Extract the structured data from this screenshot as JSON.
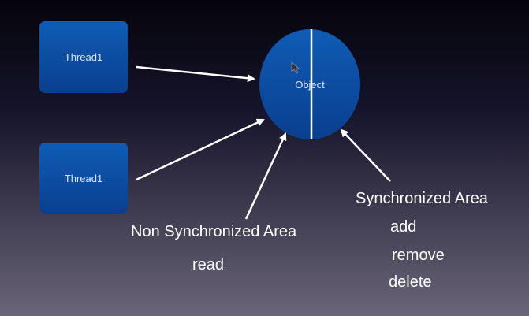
{
  "threads": [
    {
      "label": "Thread1"
    },
    {
      "label": "Thread1"
    }
  ],
  "object": {
    "label": "Object"
  },
  "non_sync": {
    "title": "Non Synchronized Area",
    "ops": [
      "read"
    ]
  },
  "sync": {
    "title": "Synchronized Area",
    "ops": [
      "add",
      "remove",
      "delete"
    ]
  },
  "colors": {
    "shape_top": "#0f5cb5",
    "shape_bottom": "#0a3f8f",
    "bg_top": "#05040c",
    "bg_bottom": "#6a6578"
  }
}
